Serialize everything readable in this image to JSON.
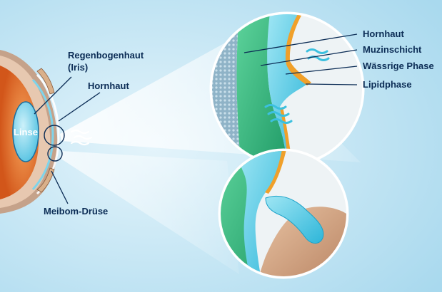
{
  "labels": {
    "regenbogenhaut": "Regenbogenhaut",
    "iris": "(Iris)",
    "hornhaut_left": "Hornhaut",
    "linse": "Linse",
    "meibom": "Meibom-Drüse",
    "hornhaut_right": "Hornhaut",
    "muzinschicht": "Muzinschicht",
    "waessrige": "Wässrige Phase",
    "lipidphase": "Lipidphase"
  },
  "colors": {
    "background": "#bfe3f1",
    "leader_line": "#0b2c55",
    "label_text": "#0b2c55",
    "mucin_green": "#2fb07a",
    "aqueous_blue": "#5ccde6",
    "lipid_orange": "#f0a02a",
    "eyelid_skin": "#c99a7a",
    "iris_orange": "#e8782a"
  }
}
